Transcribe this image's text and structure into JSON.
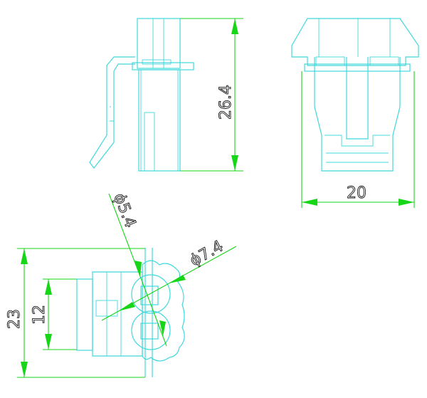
{
  "colors": {
    "outline": "#41d8dc",
    "dimension": "#17d617",
    "text": "#111111",
    "background": "#ffffff"
  },
  "dimensions": {
    "height_side": "26.4",
    "width_front": "20",
    "height_bottom": "23",
    "inner_height": "12",
    "dia_small": "ϕ5.4",
    "dia_large": "ϕ7.4"
  }
}
